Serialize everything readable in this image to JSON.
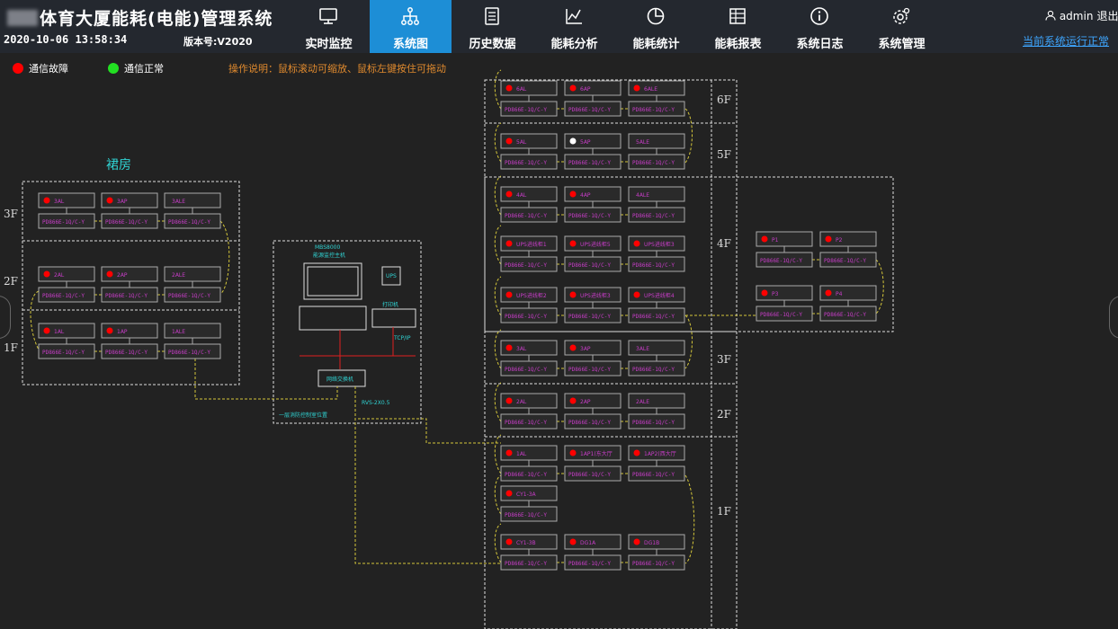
{
  "header": {
    "title": "体育大厦能耗(电能)管理系统",
    "datetime": "2020-10-06 13:58:34",
    "version": "版本号:V2020",
    "user": "admin",
    "logout": "退出",
    "status_link": "当前系统运行正常"
  },
  "nav": [
    {
      "label": "实时监控",
      "icon": "monitor-icon"
    },
    {
      "label": "系统图",
      "icon": "network-icon",
      "active": true
    },
    {
      "label": "历史数据",
      "icon": "document-icon"
    },
    {
      "label": "能耗分析",
      "icon": "line-chart-icon"
    },
    {
      "label": "能耗统计",
      "icon": "pie-chart-icon"
    },
    {
      "label": "能耗报表",
      "icon": "report-icon"
    },
    {
      "label": "系统日志",
      "icon": "info-icon"
    },
    {
      "label": "系统管理",
      "icon": "gear-icon"
    }
  ],
  "legend": {
    "fault": {
      "label": "通信故障",
      "color": "#ff0000"
    },
    "normal": {
      "label": "通信正常",
      "color": "#22e022"
    }
  },
  "hint": "操作说明：鼠标滚动可缩放、鼠标左键按住可拖动",
  "meter_model": "PD866E-1Q/C-Y",
  "annex": {
    "title": "裙房",
    "floors": [
      {
        "floor": "3F",
        "meters": [
          {
            "name": "3AL",
            "status": "fault"
          },
          {
            "name": "3AP",
            "status": "fault"
          },
          {
            "name": "3ALE"
          }
        ]
      },
      {
        "floor": "2F",
        "meters": [
          {
            "name": "2AL",
            "status": "fault"
          },
          {
            "name": "2AP",
            "status": "fault"
          },
          {
            "name": "2ALE"
          }
        ]
      },
      {
        "floor": "1F",
        "meters": [
          {
            "name": "1AL",
            "status": "fault"
          },
          {
            "name": "1AP",
            "status": "fault"
          },
          {
            "name": "1ALE"
          }
        ]
      }
    ]
  },
  "control_room": {
    "title": "MBS8000",
    "subtitle": "能源监控主机",
    "ups": "UPS",
    "printer": "打印机",
    "tcpip": "TCP/IP",
    "switch": "网络交换机",
    "bus": "RVS-2X0.5",
    "caption": "一层消防控制室位置"
  },
  "tower": {
    "floors": [
      {
        "floor": "6F",
        "rows": [
          [
            {
              "name": "6AL",
              "status": "fault"
            },
            {
              "name": "6AP",
              "status": "fault"
            },
            {
              "name": "6ALE",
              "status": "fault"
            }
          ]
        ]
      },
      {
        "floor": "5F",
        "rows": [
          [
            {
              "name": "5AL",
              "status": "fault"
            },
            {
              "name": "5AP",
              "status": "normal-white"
            },
            {
              "name": "5ALE"
            }
          ]
        ]
      },
      {
        "floor": "4F",
        "rows": [
          [
            {
              "name": "4AL",
              "status": "fault"
            },
            {
              "name": "4AP",
              "status": "fault"
            },
            {
              "name": "4ALE"
            }
          ],
          [
            {
              "name": "UPS进线柜1",
              "status": "fault"
            },
            {
              "name": "UPS进线柜5",
              "status": "fault"
            },
            {
              "name": "UPS进线柜3",
              "status": "fault"
            }
          ],
          [
            {
              "name": "UPS进线柜2",
              "status": "fault"
            },
            {
              "name": "UPS进线柜3",
              "status": "fault"
            },
            {
              "name": "UPS进线柜4",
              "status": "fault"
            }
          ]
        ]
      },
      {
        "floor": "3F",
        "rows": [
          [
            {
              "name": "3AL",
              "status": "fault"
            },
            {
              "name": "3AP",
              "status": "fault"
            },
            {
              "name": "3ALE"
            }
          ]
        ]
      },
      {
        "floor": "2F",
        "rows": [
          [
            {
              "name": "2AL",
              "status": "fault"
            },
            {
              "name": "2AP",
              "status": "fault"
            },
            {
              "name": "2ALE"
            }
          ]
        ]
      },
      {
        "floor": "1F",
        "rows": [
          [
            {
              "name": "1AL",
              "status": "fault"
            },
            {
              "name": "1AP1(东大厅",
              "status": "fault"
            },
            {
              "name": "1AP2(西大厅",
              "status": "fault"
            }
          ],
          [
            {
              "name": "CY1-3A",
              "status": "fault"
            }
          ],
          [
            {
              "name": "CY1-3B",
              "status": "fault"
            },
            {
              "name": "DG1A",
              "status": "fault"
            },
            {
              "name": "DG1B",
              "status": "fault"
            }
          ]
        ]
      }
    ]
  },
  "annex4f": [
    {
      "name": "P1",
      "status": "fault"
    },
    {
      "name": "P2",
      "status": "fault"
    },
    {
      "name": "P3",
      "status": "fault"
    },
    {
      "name": "P4",
      "status": "fault"
    }
  ]
}
